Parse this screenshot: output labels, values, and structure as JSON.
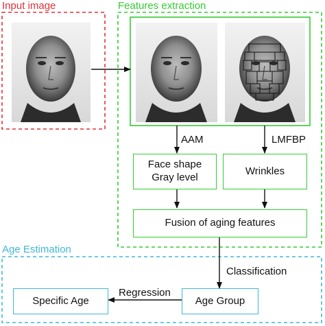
{
  "colors": {
    "input": "#e0303a",
    "features": "#33cc33",
    "estimation": "#3fb7d9",
    "arrow": "#111111"
  },
  "sections": {
    "input": "Input image",
    "features": "Features extraction",
    "estimation": "Age Estimation"
  },
  "nodes": {
    "face_shape_line1": "Face shape",
    "face_shape_line2": "Gray level",
    "wrinkles": "Wrinkles",
    "fusion": "Fusion of aging features",
    "age_group": "Age Group",
    "specific_age": "Specific Age"
  },
  "edges": {
    "aam": "AAM",
    "lmfbp": "LMFBP",
    "classification": "Classification",
    "regression": "Regression"
  },
  "images": [
    {
      "name": "input-face-photo",
      "variant": "plain"
    },
    {
      "name": "aam-face-photo",
      "variant": "plain"
    },
    {
      "name": "wrinkle-regions-face-photo",
      "variant": "regions"
    }
  ]
}
